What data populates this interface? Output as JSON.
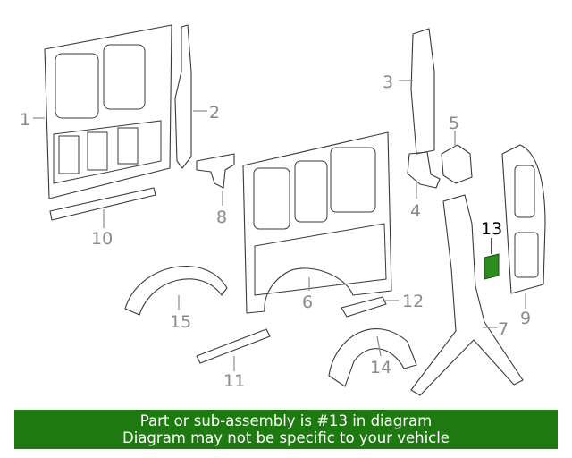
{
  "callouts": [
    "1",
    "2",
    "3",
    "4",
    "5",
    "6",
    "7",
    "8",
    "9",
    "10",
    "11",
    "12",
    "13",
    "14",
    "15"
  ],
  "highlight": {
    "callout": "13",
    "color": "#2e8b1e"
  },
  "banner": {
    "line1": "Part or sub-assembly is #13 in diagram",
    "line2": "Diagram may not be specific to your vehicle",
    "background": "#1e7a10"
  }
}
